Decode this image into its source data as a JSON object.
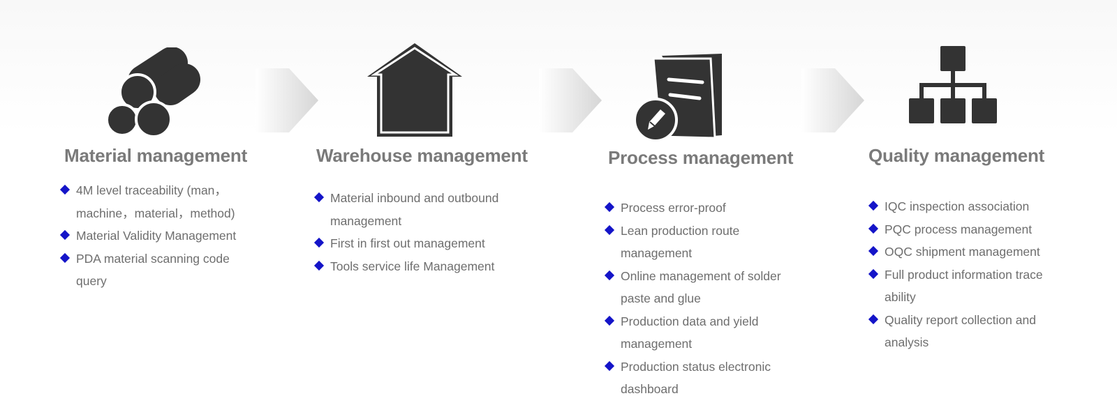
{
  "colors": {
    "icon": "#333333",
    "title": "#7a7a7a",
    "text": "#6e6e6e",
    "bullet": "#1414c8",
    "arrow": "#d6d6d6"
  },
  "steps": [
    {
      "icon": "pipes-icon",
      "title": "Material management",
      "items": [
        "4M level traceability (man，machine，material，method)",
        "Material Validity Management",
        "PDA material scanning code query"
      ]
    },
    {
      "icon": "house-icon",
      "title": "Warehouse management",
      "items": [
        "Material inbound and outbound management",
        "First in first out management",
        "Tools service life Management"
      ]
    },
    {
      "icon": "document-edit-icon",
      "title": "Process management",
      "items": [
        "Process error-proof",
        "Lean production route management",
        "Online management of solder paste and glue",
        "Production data and yield management",
        "Production status electronic dashboard"
      ]
    },
    {
      "icon": "org-chart-icon",
      "title": "Quality management",
      "items": [
        "IQC inspection association",
        "PQC process management",
        "OQC shipment management",
        "Full product information trace ability",
        "Quality report collection and analysis"
      ]
    }
  ]
}
